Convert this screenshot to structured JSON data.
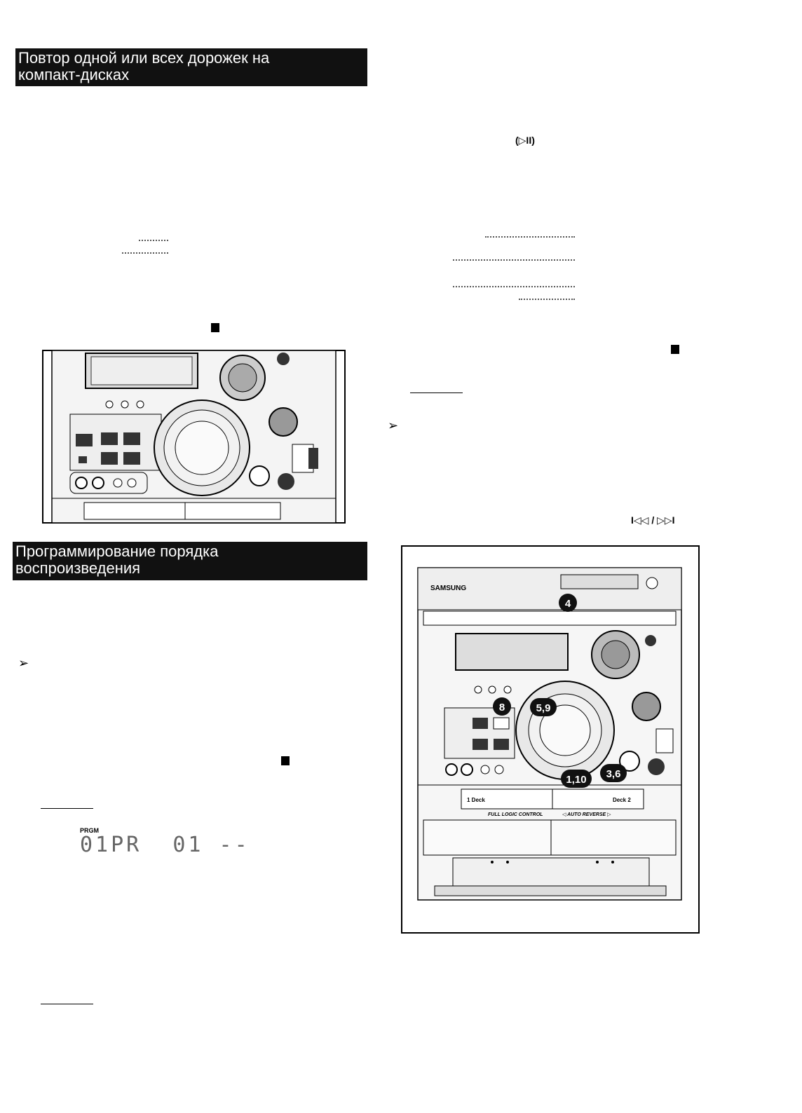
{
  "section1": {
    "title_line1": "Повтор одной или всех дорожек на",
    "title_line2": "компакт-дисках"
  },
  "section2": {
    "title_line1": "Программирование порядка",
    "title_line2": "воспроизведения"
  },
  "symbols": {
    "play_pause": "(▷II)",
    "skip": "I◁◁ / ▷▷I"
  },
  "display": {
    "prgm_label": "PRGM",
    "segment_text": "01PR  01 --"
  },
  "device_labels": {
    "brand": "SAMSUNG",
    "full_logic_control": "FULL LOGIC CONTROL",
    "auto_reverse": "◁ AUTO REVERSE ▷",
    "deck1": "1 Deck",
    "deck2": "Deck 2"
  },
  "callouts": [
    "4",
    "8",
    "5,9",
    "1,10",
    "3,6"
  ],
  "colors": {
    "heading_bg": "#111111",
    "callout_bg": "#111111"
  }
}
